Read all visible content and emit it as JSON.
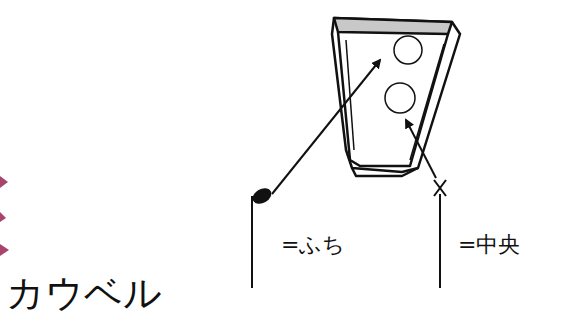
{
  "diagram": {
    "labels": [
      "カウベル",
      "=ふち",
      "=中央"
    ]
  }
}
